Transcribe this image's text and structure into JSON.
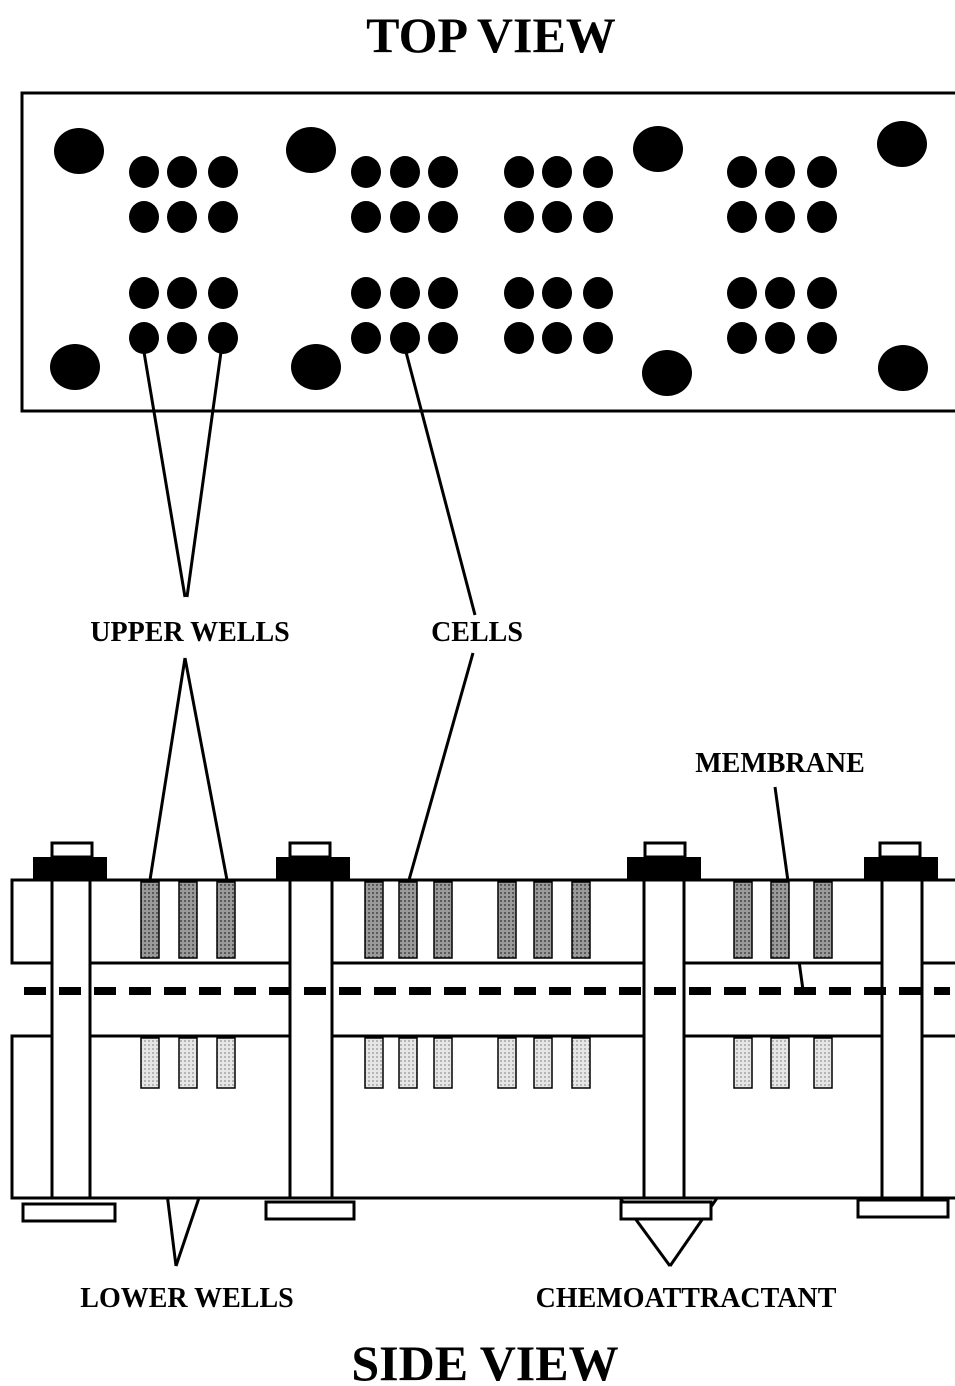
{
  "titles": {
    "top": "TOP VIEW",
    "bottom": "SIDE VIEW"
  },
  "labels": {
    "upper_wells": "UPPER WELLS",
    "cells": "CELLS",
    "membrane": "MEMBRANE",
    "lower_wells": "LOWER WELLS",
    "chemoattractant": "CHEMOATTRACTANT"
  },
  "colors": {
    "ink": "#000000",
    "background": "#ffffff",
    "upper_well_fill": "#8a8a8a",
    "lower_well_fill": "#dcdcdc"
  }
}
